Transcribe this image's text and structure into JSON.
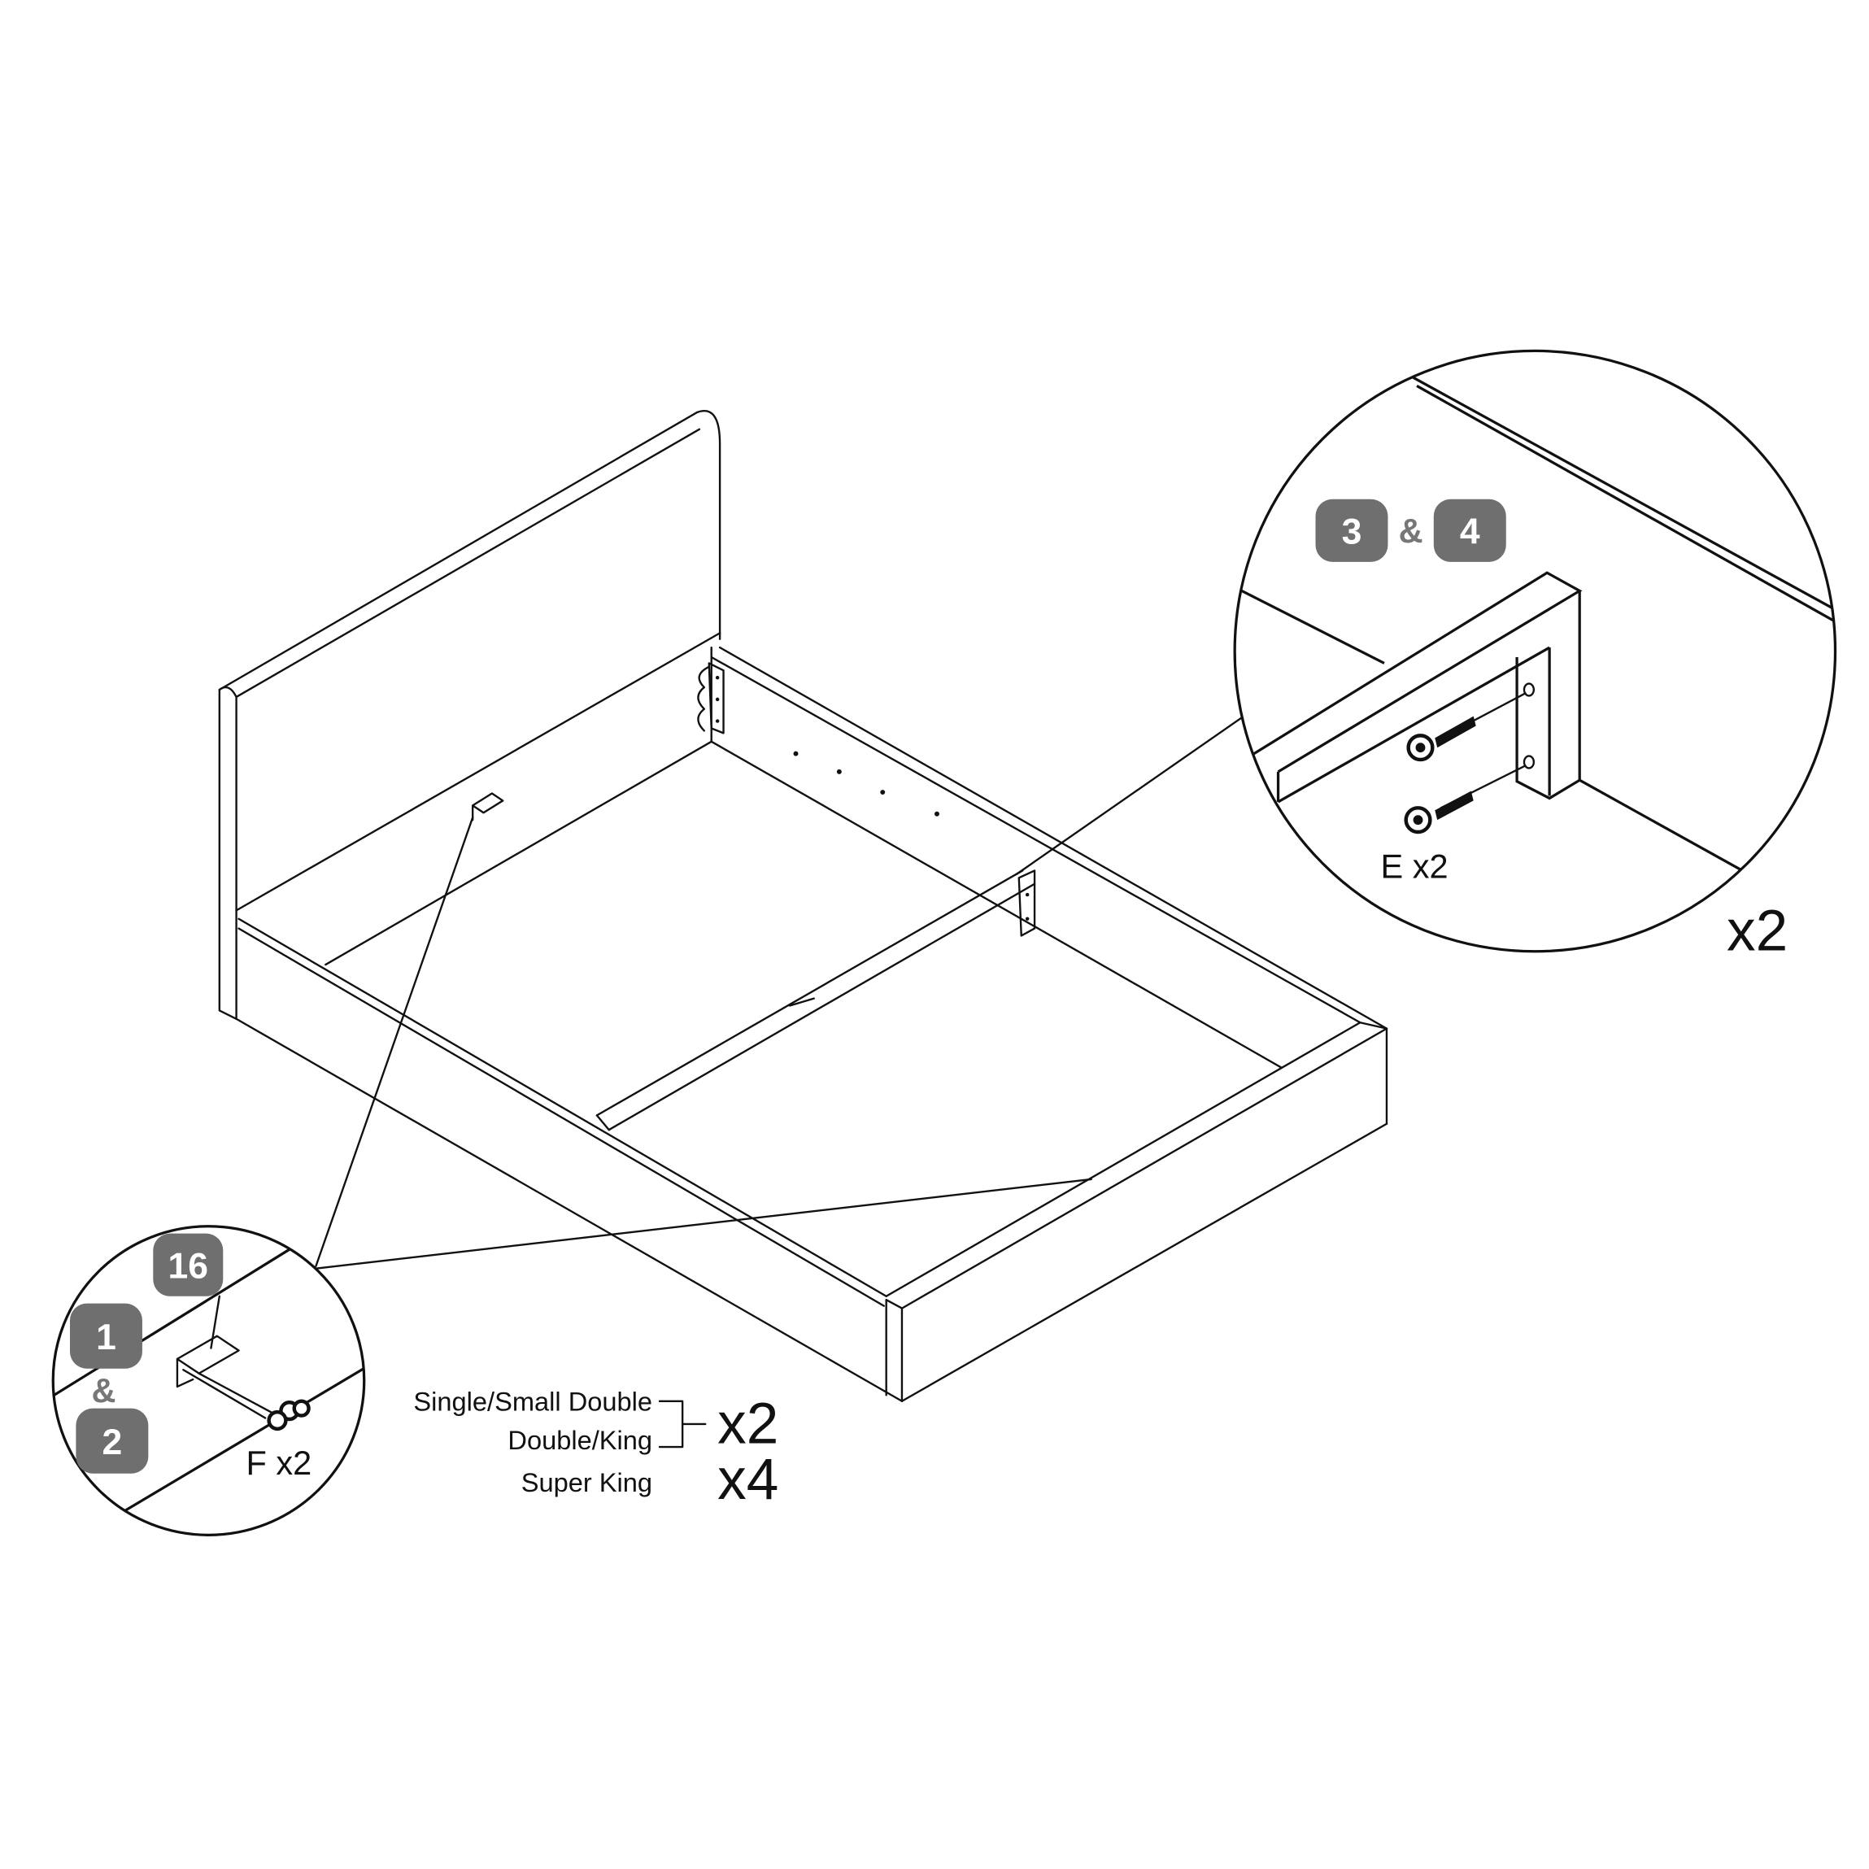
{
  "detail_left": {
    "badge_top": "16",
    "badge_a": "1",
    "ampersand": "&",
    "badge_b": "2",
    "fastener_label": "F x2"
  },
  "detail_right": {
    "badge_a": "3",
    "ampersand": "&",
    "badge_b": "4",
    "fastener_label": "E x2",
    "multiplier": "x2"
  },
  "size_table": {
    "rows": [
      {
        "label": "Single/Small Double"
      },
      {
        "label": "Double/King"
      },
      {
        "label": "Super King"
      }
    ],
    "qty_group": "x2",
    "qty_super_king": "x4"
  }
}
